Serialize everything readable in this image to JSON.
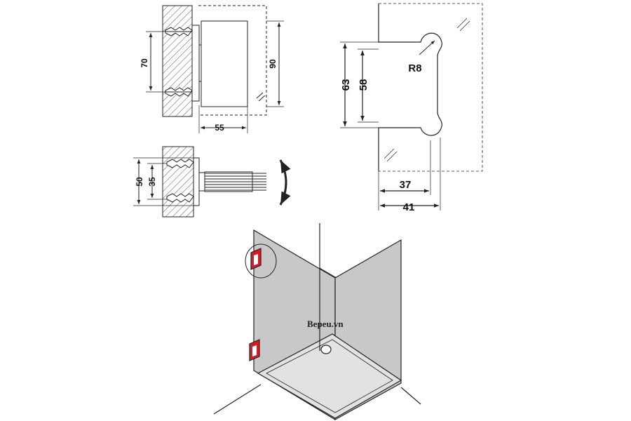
{
  "watermark": "Bepeu.vn",
  "top_view": {
    "dim_width": "55",
    "dim_plate_height": "90",
    "dim_fixing_distance": "70"
  },
  "side_view": {
    "dim_outer": "50",
    "dim_inner": "35"
  },
  "cutout": {
    "dim_outer_height": "63",
    "dim_inner_height": "58",
    "dim_radius": "R8",
    "dim_depth_inner": "37",
    "dim_depth_outer": "41"
  },
  "colors": {
    "line": "#222222",
    "hatch": "#555555",
    "glass_fill": "#c8c8c8",
    "hinge_red": "#d11f2a",
    "tray_fill": "#e2e2e2"
  }
}
